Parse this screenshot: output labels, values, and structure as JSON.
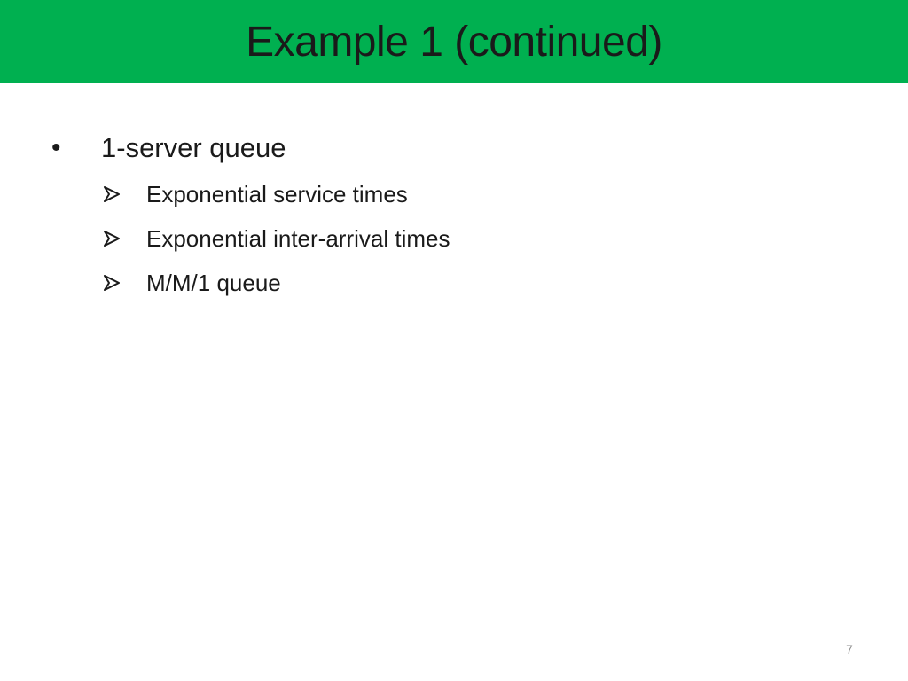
{
  "slide": {
    "title": "Example 1 (continued)",
    "colors": {
      "title_bar": "#00b050",
      "text": "#1a1a1a",
      "page_number": "#8c8c8c"
    },
    "bullets": [
      {
        "marker": "•",
        "text": "1-server queue",
        "sub_marker_icon": "arrowhead-bullet-icon",
        "sub_items": [
          "Exponential service times",
          "Exponential inter-arrival times",
          "M/M/1  queue"
        ]
      }
    ],
    "page_number": "7"
  }
}
